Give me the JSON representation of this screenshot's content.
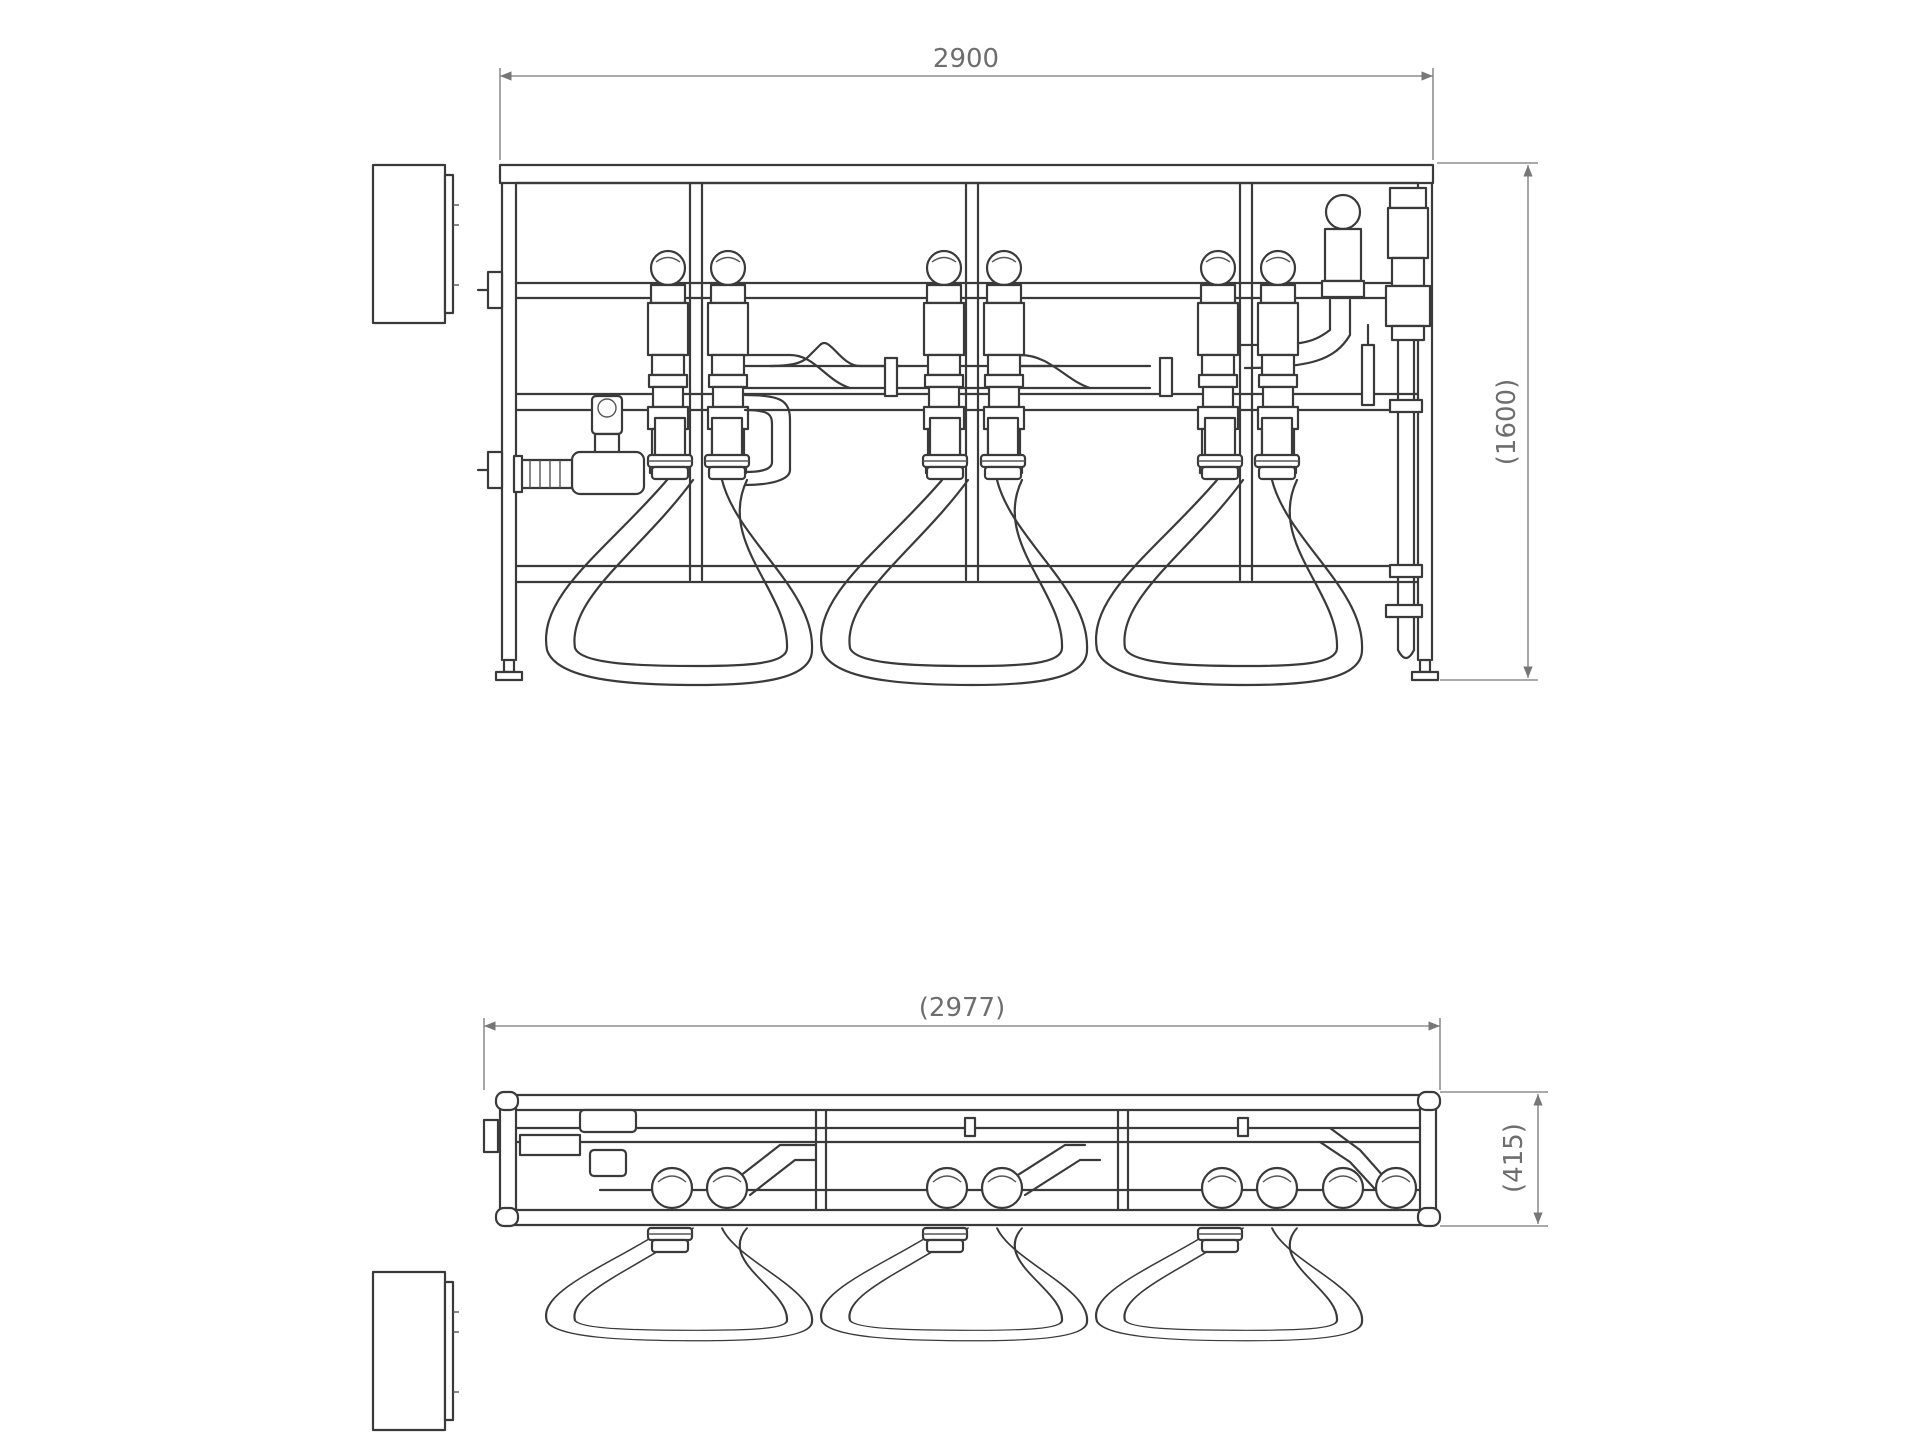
{
  "dimensions": {
    "front_width": "2900",
    "front_height": "(1600)",
    "top_width": "(2977)",
    "top_depth": "(415)"
  },
  "colors": {
    "line": "#3a3a3a",
    "dimension": "#777777",
    "background": "#ffffff"
  }
}
